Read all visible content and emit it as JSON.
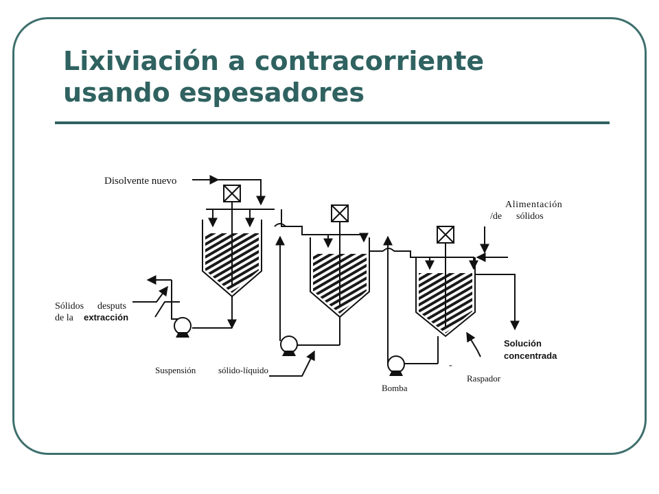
{
  "slide": {
    "title_line1": "Lixiviación a contracorriente",
    "title_line2": "usando espesadores",
    "accent_color": "#2f6260"
  },
  "diagram": {
    "labels": {
      "fresh_solvent": "Disolvente nuevo",
      "feed_line1": "Alimentación",
      "feed_line2_a": "/de",
      "feed_line2_b": "sólidos",
      "spent_solids_line1": "Sólidos",
      "spent_solids_line1b": "desputs",
      "spent_solids_line2_a": "de la",
      "spent_solids_line2_b": "extracción",
      "slurry_a": "Suspensión",
      "slurry_b": "sólido-líquido",
      "pump": "Bomba",
      "scraper": "Raspador",
      "concentrated_line1": "Solución",
      "concentrated_line2": "concentrada",
      "dash_mark": "-"
    },
    "icons": [
      "mixer-motor-icon",
      "pump-icon",
      "flow-arrow-icon"
    ]
  }
}
